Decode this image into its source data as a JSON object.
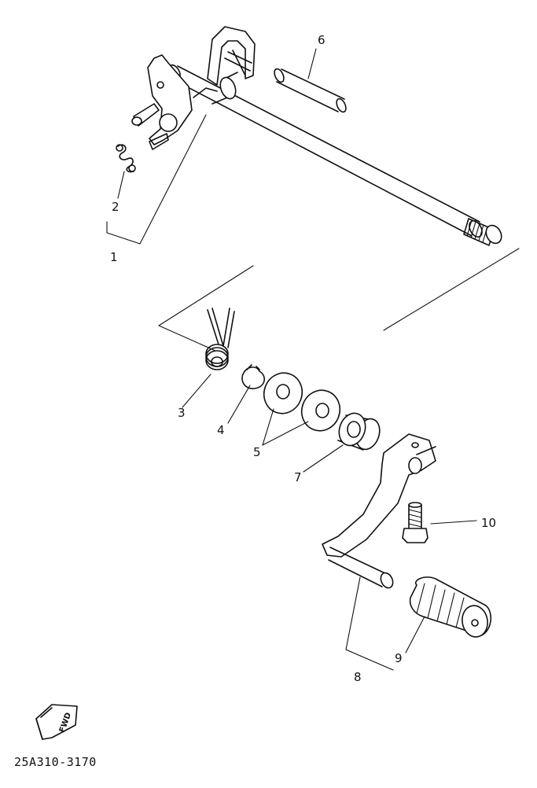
{
  "callouts": [
    {
      "id": "1",
      "label": "1"
    },
    {
      "id": "2",
      "label": "2"
    },
    {
      "id": "3",
      "label": "3"
    },
    {
      "id": "4",
      "label": "4"
    },
    {
      "id": "5",
      "label": "5"
    },
    {
      "id": "6",
      "label": "6"
    },
    {
      "id": "7",
      "label": "7"
    },
    {
      "id": "8",
      "label": "8"
    },
    {
      "id": "9",
      "label": "9"
    },
    {
      "id": "10",
      "label": "10"
    }
  ],
  "direction_marker": {
    "text": "FWD",
    "icon": "forward-arrow-icon"
  },
  "diagram_code": "25A310-3170",
  "colors": {
    "ink": "#111111",
    "background": "#ffffff"
  }
}
